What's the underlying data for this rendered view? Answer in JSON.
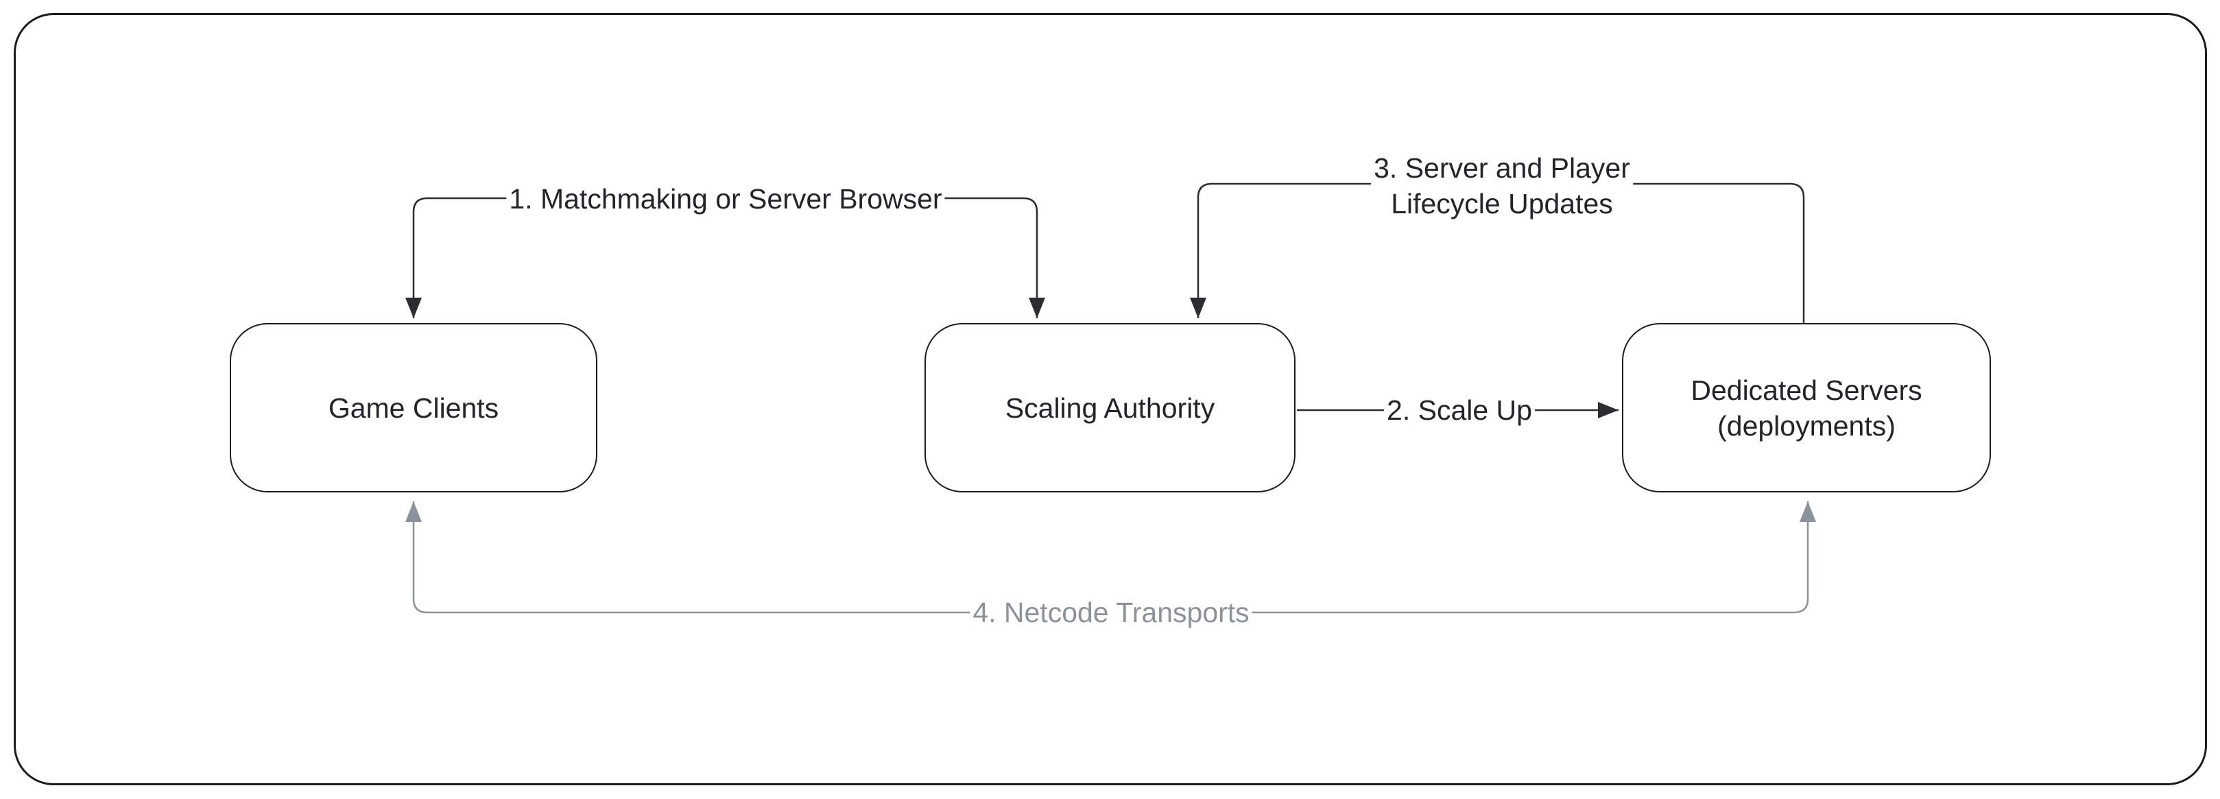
{
  "colors": {
    "background": "#ffffff",
    "outer_border": "#1a1c20",
    "node_border": "#1a1c20",
    "node_text": "#21252b",
    "edge_dark": "#2b2d31",
    "edge_gray": "#8a939c"
  },
  "nodes": {
    "game_clients": {
      "label": "Game Clients"
    },
    "scaling_authority": {
      "label": "Scaling Authority"
    },
    "dedicated_servers": {
      "label_line1": "Dedicated Servers",
      "label_line2": "(deployments)"
    }
  },
  "edges": {
    "matchmaking": {
      "label": "1. Matchmaking or Server Browser",
      "between": "Game Clients and Scaling Authority",
      "style": "dark, arrowheads at both ends"
    },
    "scale_up": {
      "label": "2. Scale Up",
      "between": "Scaling Authority to Dedicated Servers (deployments)",
      "style": "dark, arrowhead at right end"
    },
    "lifecycle": {
      "label_line1": "3. Server and Player",
      "label_line2": "Lifecycle Updates",
      "between": "Dedicated Servers (deployments) to Scaling Authority",
      "style": "dark, arrowhead at Scaling Authority end"
    },
    "netcode": {
      "label": "4. Netcode Transports",
      "between": "Game Clients and Dedicated Servers (deployments)",
      "style": "gray, arrowheads at both ends"
    }
  }
}
